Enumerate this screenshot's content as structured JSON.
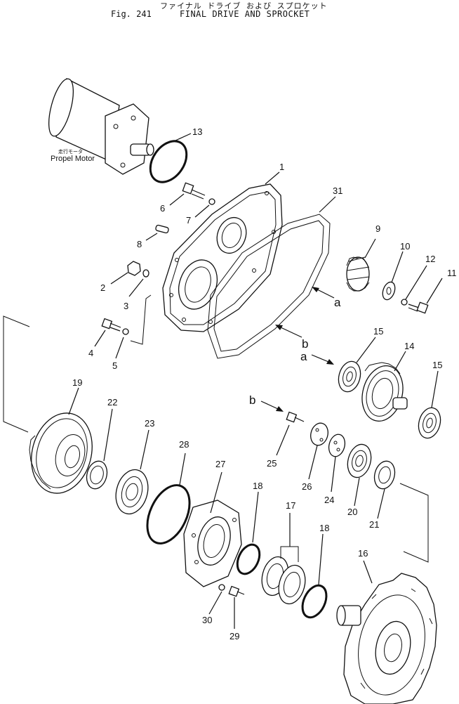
{
  "header": {
    "japanese_title": "ファイナル ドライブ および スプロケット",
    "fig_number": "Fig. 241",
    "title": "FINAL DRIVE AND SPROCKET"
  },
  "motor": {
    "label_jp": "走行モータ",
    "label_en": "Propel Motor"
  },
  "callouts": [
    "1",
    "2",
    "3",
    "4",
    "5",
    "6",
    "7",
    "8",
    "9",
    "10",
    "11",
    "12",
    "13",
    "14",
    "15",
    "15",
    "16",
    "17",
    "18",
    "18",
    "19",
    "20",
    "21",
    "22",
    "23",
    "24",
    "25",
    "26",
    "27",
    "28",
    "29",
    "30",
    "31"
  ],
  "pointers": [
    "a",
    "b",
    "a",
    "b"
  ]
}
